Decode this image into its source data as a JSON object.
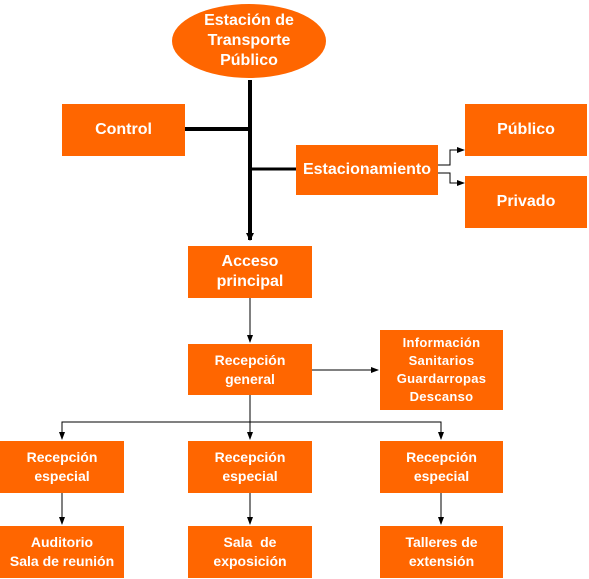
{
  "diagram": {
    "nodes": {
      "estacion": {
        "lines": [
          "Estación de",
          "Transporte",
          "Público"
        ]
      },
      "control": {
        "lines": [
          "Control"
        ]
      },
      "estacionamiento": {
        "lines": [
          "Estacionamiento"
        ]
      },
      "publico": {
        "lines": [
          "Público"
        ]
      },
      "privado": {
        "lines": [
          "Privado"
        ]
      },
      "acceso": {
        "lines": [
          "Acceso",
          "principal"
        ]
      },
      "recepcion_general": {
        "lines": [
          "Recepción",
          "general"
        ]
      },
      "servicios": {
        "lines": [
          "Información",
          "Sanitarios",
          "Guardarropas",
          "Descanso"
        ]
      },
      "recepcion_especial_1": {
        "lines": [
          "Recepción",
          "especial"
        ]
      },
      "recepcion_especial_2": {
        "lines": [
          "Recepción",
          "especial"
        ]
      },
      "recepcion_especial_3": {
        "lines": [
          "Recepción",
          "especial"
        ]
      },
      "auditorio": {
        "lines": [
          "Auditorio",
          "Sala de reunión"
        ]
      },
      "sala_exposicion": {
        "lines": [
          "Sala  de",
          "exposición"
        ]
      },
      "talleres": {
        "lines": [
          "Talleres de",
          "extensión"
        ]
      }
    },
    "colors": {
      "node_fill": "#FF6600",
      "node_text": "#FFFFFF",
      "connector": "#000000"
    }
  }
}
